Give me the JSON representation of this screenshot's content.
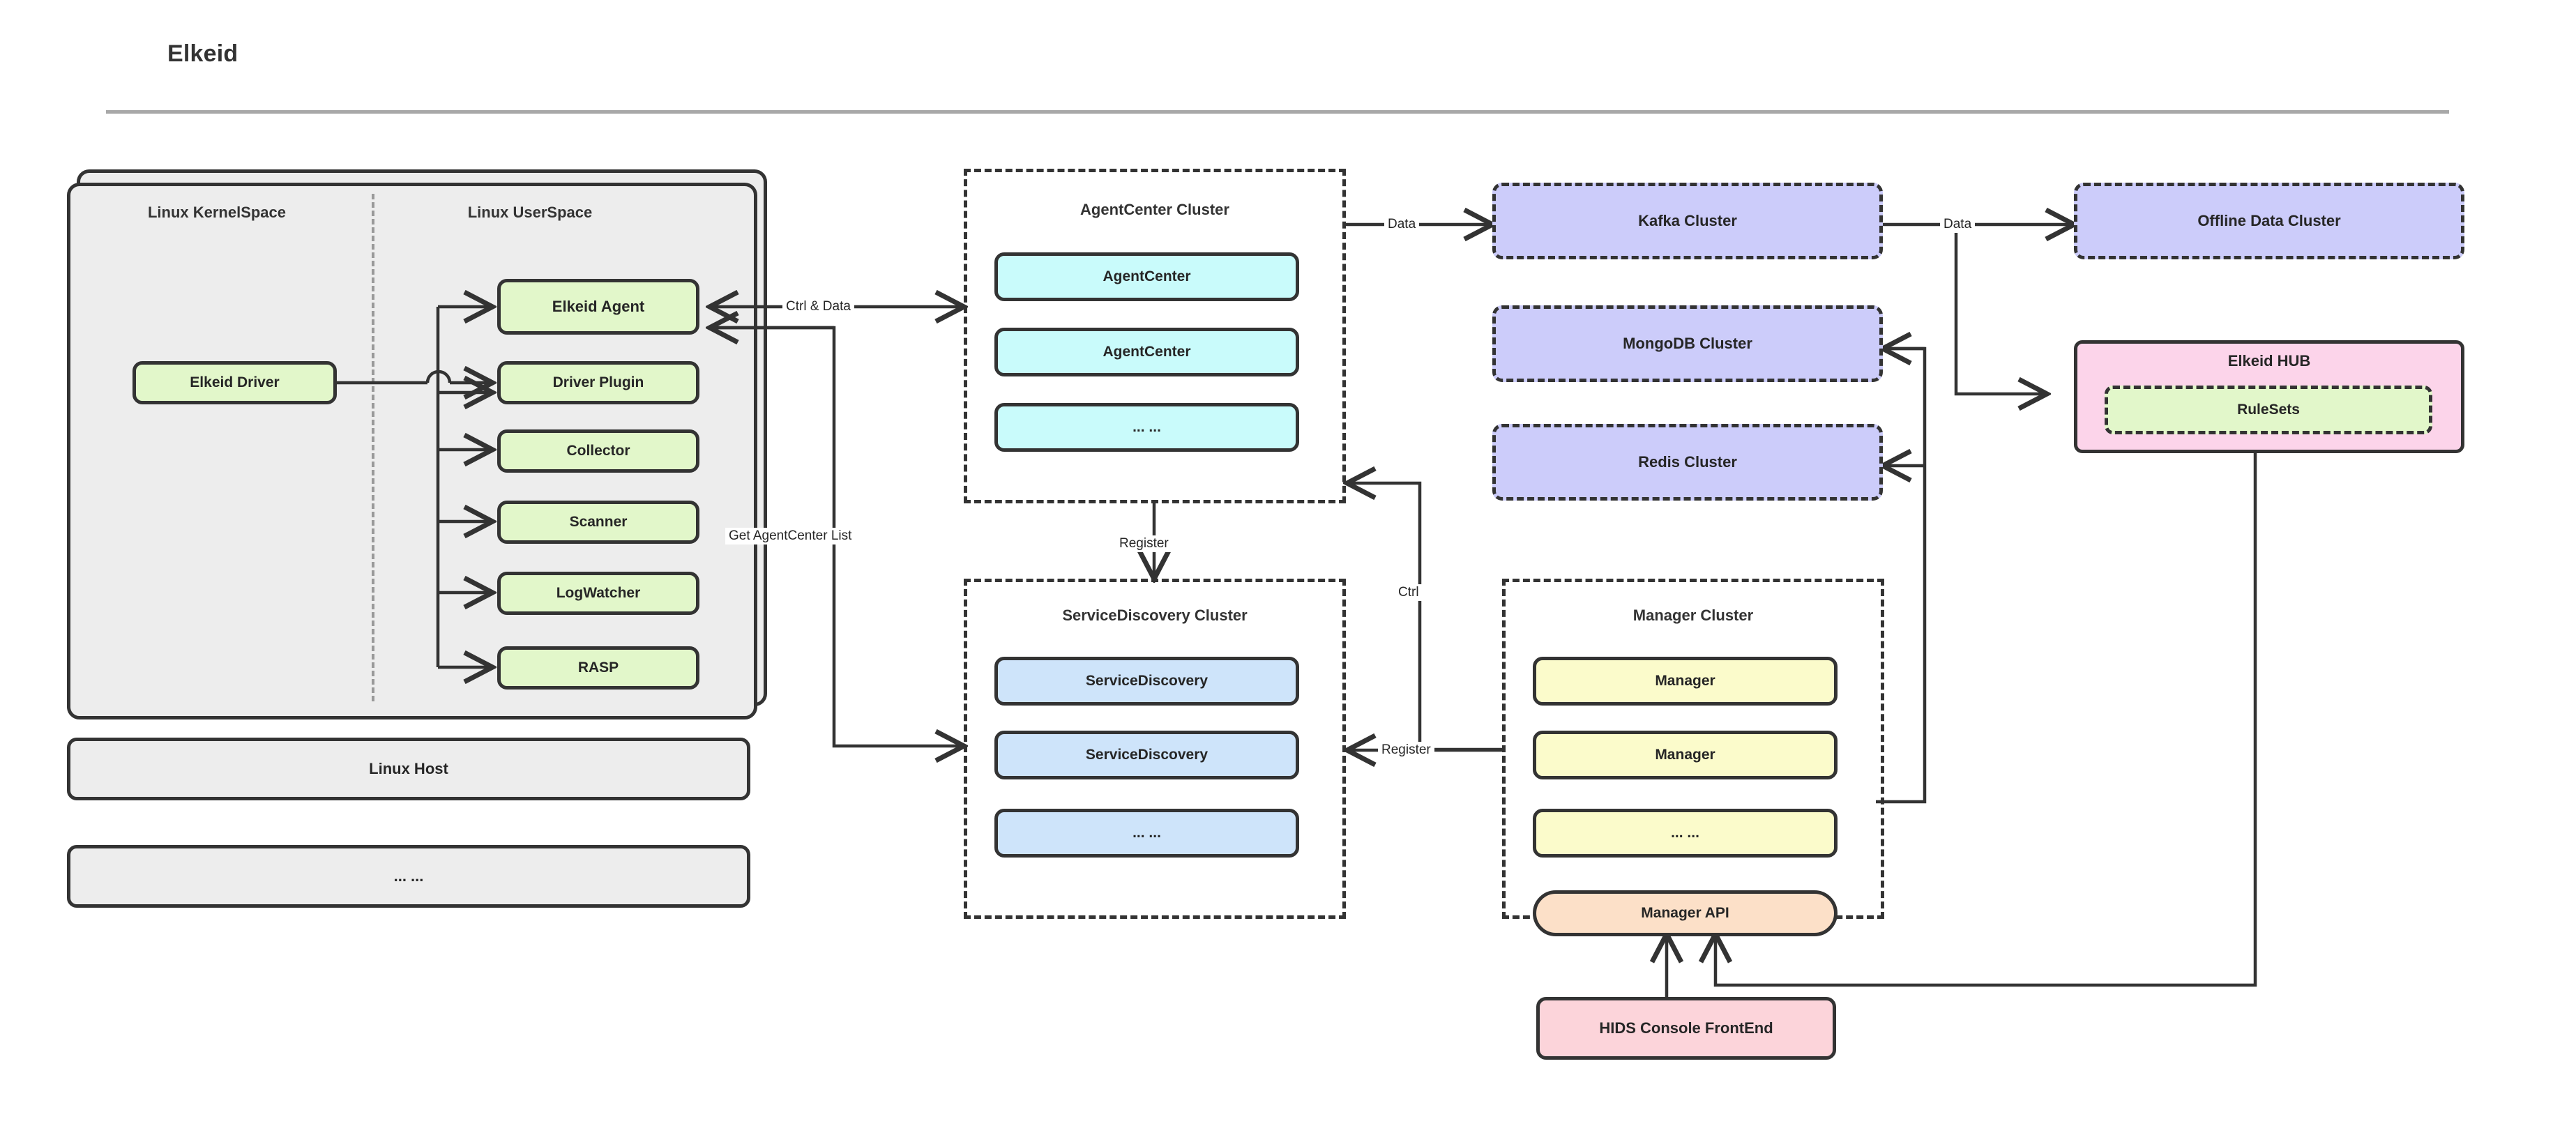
{
  "page": {
    "title": "Elkeid"
  },
  "host": {
    "kernel_space_label": "Linux KernelSpace",
    "user_space_label": "Linux UserSpace",
    "driver": "Elkeid Driver",
    "plugins": [
      "Elkeid Agent",
      "Driver Plugin",
      "Collector",
      "Scanner",
      "LogWatcher",
      "RASP"
    ],
    "linux_host": "Linux Host",
    "more_hosts": "... ..."
  },
  "agentcenter_cluster": {
    "title": "AgentCenter Cluster",
    "nodes": [
      "AgentCenter",
      "AgentCenter",
      "... ..."
    ]
  },
  "servicediscovery_cluster": {
    "title": "ServiceDiscovery Cluster",
    "nodes": [
      "ServiceDiscovery",
      "ServiceDiscovery",
      "... ..."
    ]
  },
  "manager_cluster": {
    "title": "Manager Cluster",
    "nodes": [
      "Manager",
      "Manager",
      "... ..."
    ],
    "api": "Manager API"
  },
  "datastores": {
    "kafka": "Kafka Cluster",
    "mongodb": "MongoDB Cluster",
    "redis": "Redis Cluster",
    "offline": "Offline Data Cluster"
  },
  "hub": {
    "title": "Elkeid HUB",
    "rulesets": "RuleSets"
  },
  "frontend": {
    "console": "HIDS Console FrontEnd"
  },
  "edges": {
    "ctrl_and_data": "Ctrl & Data",
    "get_agentcenter_list": "Get AgentCenter List",
    "register_ac_sd": "Register",
    "register_mgr_sd": "Register",
    "ctrl_mgr_ac": "Ctrl",
    "data_ac_kafka": "Data",
    "data_kafka_offline": "Data"
  },
  "colors": {
    "stroke": "#333333",
    "green": "#e2f7ca",
    "grey": "#ededed",
    "cyan": "#c9fbfb",
    "lightblue": "#cee4fa",
    "yellow": "#fbfbcb",
    "peach": "#fce0c8",
    "pink": "#fcd4da",
    "hub_pink": "#fcd4ea",
    "purple": "#ccccfa",
    "rule": "#a8a8a8"
  }
}
